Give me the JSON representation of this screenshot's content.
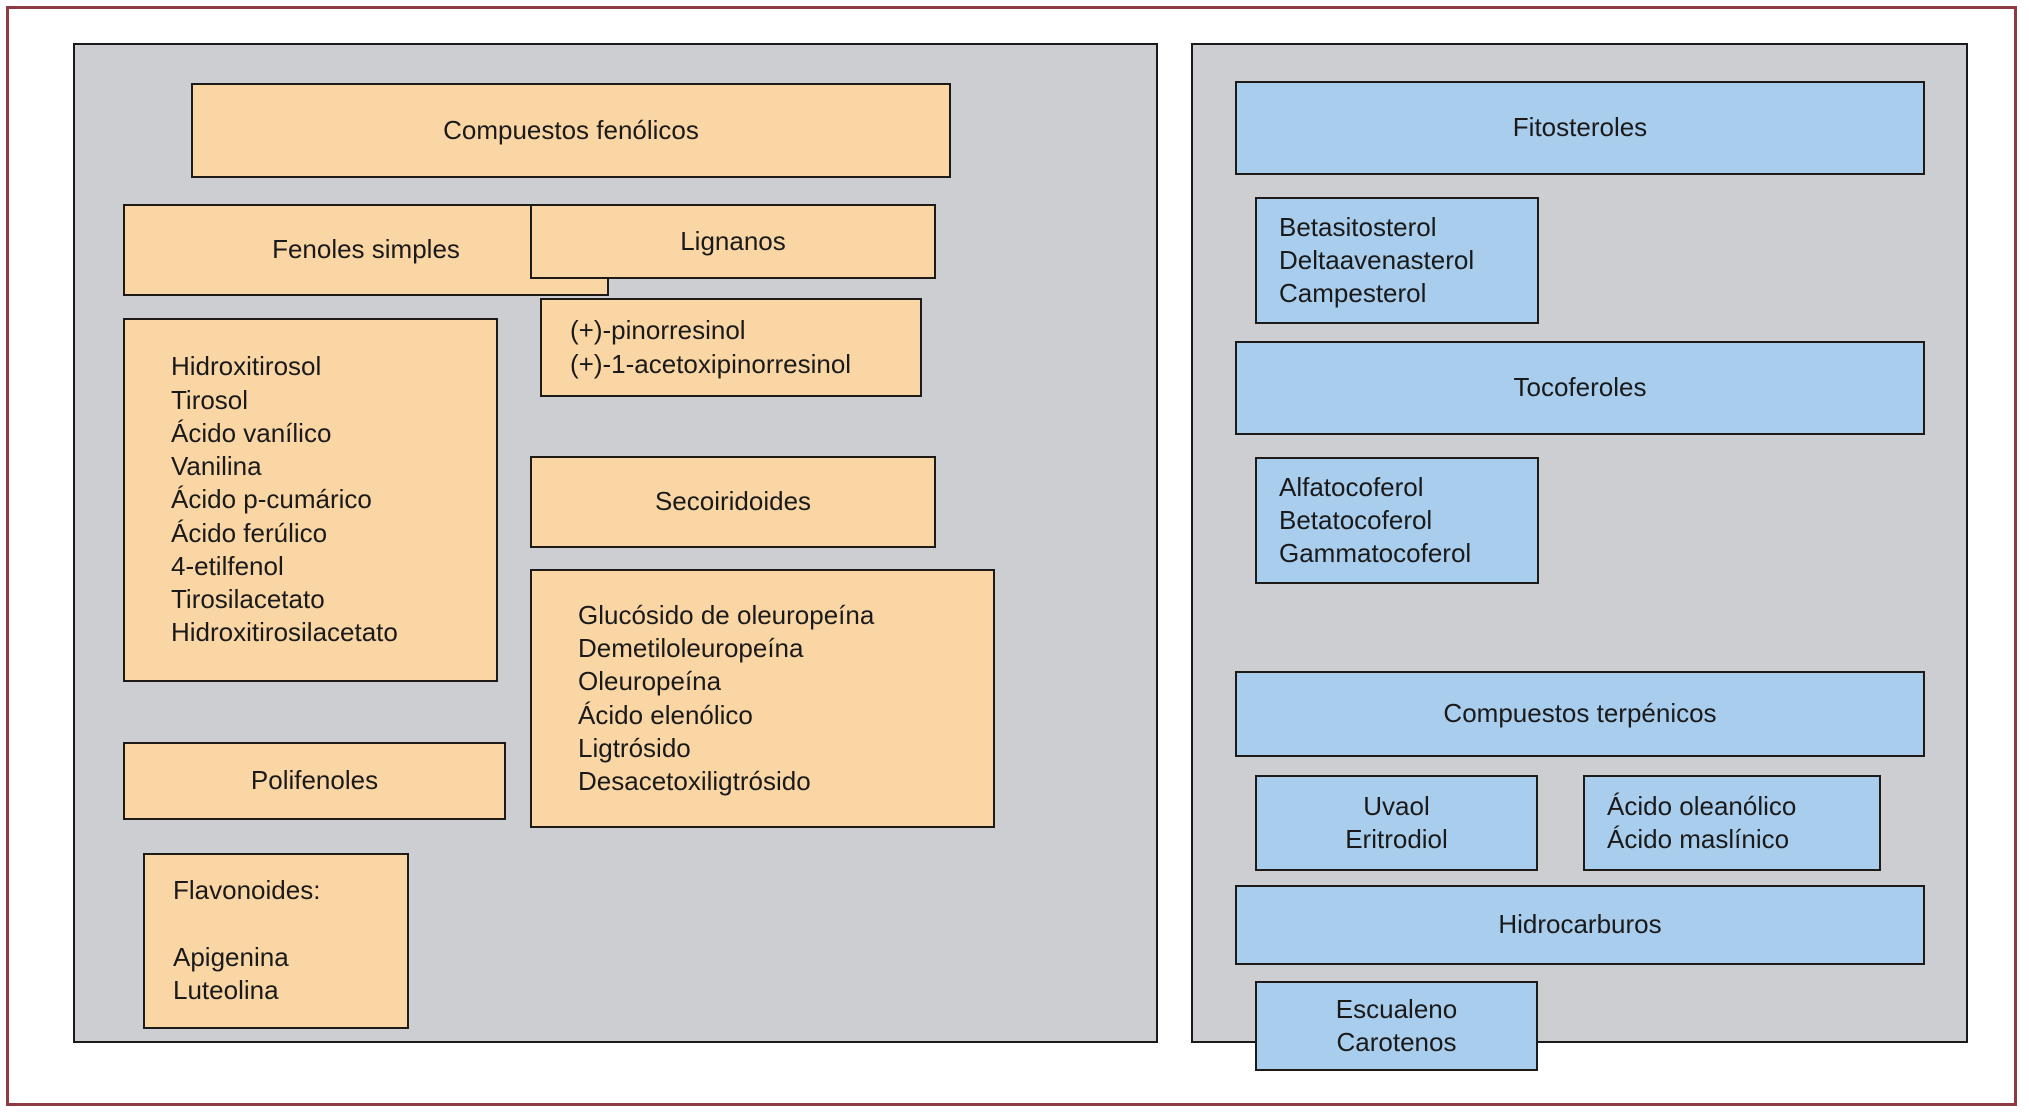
{
  "figure": {
    "panels": [
      {
        "id": "compuestos-fenolicos",
        "color": "#fbd6a5",
        "title": "Compuestos fenólicos",
        "groups": [
          {
            "id": "fenoles-simples",
            "header": "Fenoles simples",
            "items_text": "Hidroxitirosol\nTirosol\nÁcido vanílico\nVanilina\nÁcido p-cumárico\nÁcido ferúlico\n4-etilfenol\nTirosilacetato\nHidroxitirosilacetato",
            "items": [
              "Hidroxitirosol",
              "Tirosol",
              "Ácido vanílico",
              "Vanilina",
              "Ácido p-cumárico",
              "Ácido ferúlico",
              "4-etilfenol",
              "Tirosilacetato",
              "Hidroxitirosilacetato"
            ]
          },
          {
            "id": "polifenoles",
            "header": "Polifenoles",
            "items_text": "Flavonoides:\n\nApigenina\nLuteolina",
            "items": [
              "Flavonoides:",
              "Apigenina",
              "Luteolina"
            ]
          },
          {
            "id": "lignanos",
            "header": "Lignanos",
            "items_text": "(+)-pinorresinol\n(+)-1-acetoxipinorresinol",
            "items": [
              "(+)-pinorresinol",
              "(+)-1-acetoxipinorresinol"
            ]
          },
          {
            "id": "secoiridoides",
            "header": "Secoiridoides",
            "items_text": "Glucósido de oleuropeína\nDemetiloleuropeína\nOleuropeína\nÁcido elenólico\nLigtrósido\nDesacetoxiligtrósido",
            "items": [
              "Glucósido de oleuropeína",
              "Demetiloleuropeína",
              "Oleuropeína",
              "Ácido elenólico",
              "Ligtrósido",
              "Desacetoxiligtrósido"
            ]
          }
        ]
      },
      {
        "id": "insaponificable",
        "color": "#a9cded",
        "groups": [
          {
            "id": "fitosteroles",
            "header": "Fitosteroles",
            "items_text": "Betasitosterol\nDeltaavenasterol\nCampesterol",
            "items": [
              "Betasitosterol",
              "Deltaavenasterol",
              "Campesterol"
            ]
          },
          {
            "id": "tocoferoles",
            "header": "Tocoferoles",
            "items_text": "Alfatocoferol\nBetatocoferol\nGammatocoferol",
            "items": [
              "Alfatocoferol",
              "Betatocoferol",
              "Gammatocoferol"
            ]
          },
          {
            "id": "compuestos-terpenicos",
            "header": "Compuestos terpénicos",
            "items_left_text": "Uvaol\nEritrodiol",
            "items_left": [
              "Uvaol",
              "Eritrodiol"
            ],
            "items_right_text": "Ácido oleanólico\nÁcido maslínico",
            "items_right": [
              "Ácido oleanólico",
              "Ácido maslínico"
            ]
          },
          {
            "id": "hidrocarburos",
            "header": "Hidrocarburos",
            "items_text": "Escualeno\nCarotenos",
            "items": [
              "Escualeno",
              "Carotenos"
            ]
          }
        ]
      }
    ]
  },
  "colors": {
    "phenolic_fill": "#fbd6a5",
    "unsaponifiable_fill": "#a9cded",
    "panel_fill": "#ccced2",
    "border": "#1d1a17",
    "frame": "#8d3a42"
  }
}
